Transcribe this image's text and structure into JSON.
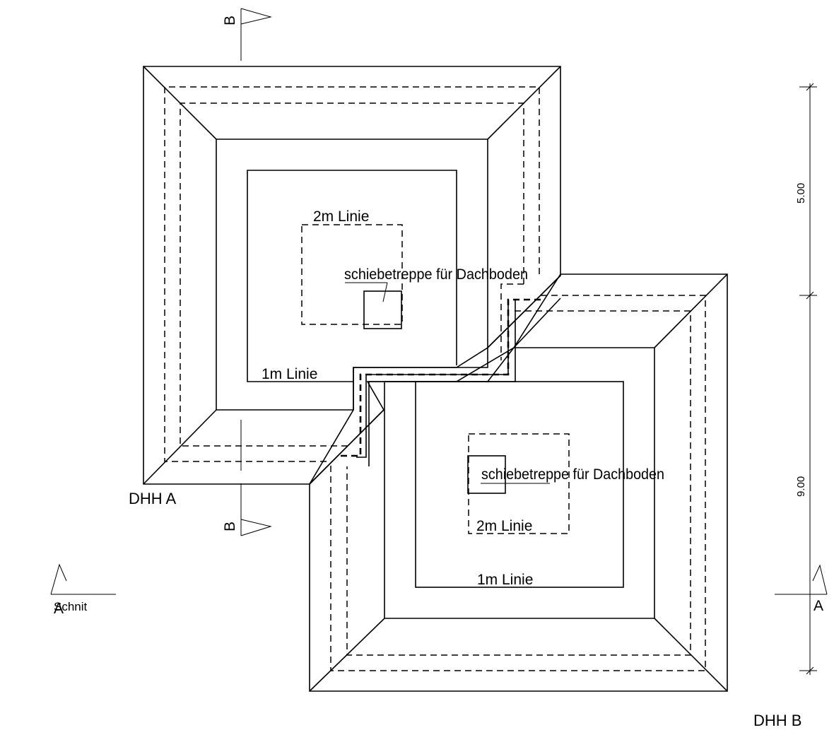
{
  "labels": {
    "house_a": "DHH A",
    "house_b": "DHH B",
    "line_2m_a": "2m Linie",
    "line_1m_a": "1m Linie",
    "hatch_a": "schiebetreppe für Dachboden",
    "line_2m_b": "2m Linie",
    "line_1m_b": "1m Linie",
    "hatch_b": "schiebetreppe für Dachboden",
    "section_b_top": "B",
    "section_b_bottom": "B",
    "section_a_left": "A",
    "section_a_right": "A",
    "section_word": "Schnit"
  },
  "dimensions": {
    "upper": "5.00",
    "lower": "9.00"
  },
  "colors": {
    "line": "#000000",
    "background": "#ffffff"
  }
}
